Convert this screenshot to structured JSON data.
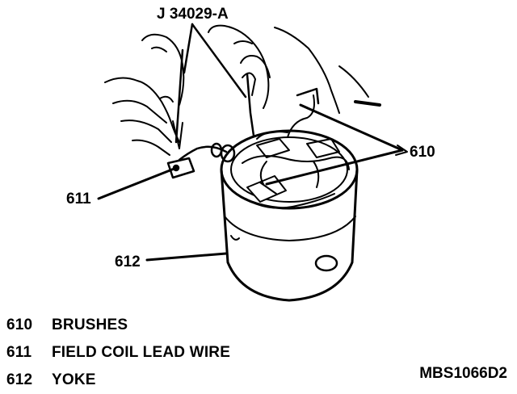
{
  "figure": {
    "tool_label": "J 34029-A",
    "callouts": {
      "brushes": "610",
      "field_coil": "611",
      "yoke": "612"
    }
  },
  "legend": [
    {
      "number": "610",
      "text": "BRUSHES"
    },
    {
      "number": "611",
      "text": "FIELD COIL LEAD WIRE"
    },
    {
      "number": "612",
      "text": "YOKE"
    }
  ],
  "reference_code": "MBS1066D2",
  "icons": [
    "hand-illustration",
    "ohmmeter-probe",
    "yoke-cylinder",
    "brush-holder",
    "field-coil-lead-wire"
  ]
}
